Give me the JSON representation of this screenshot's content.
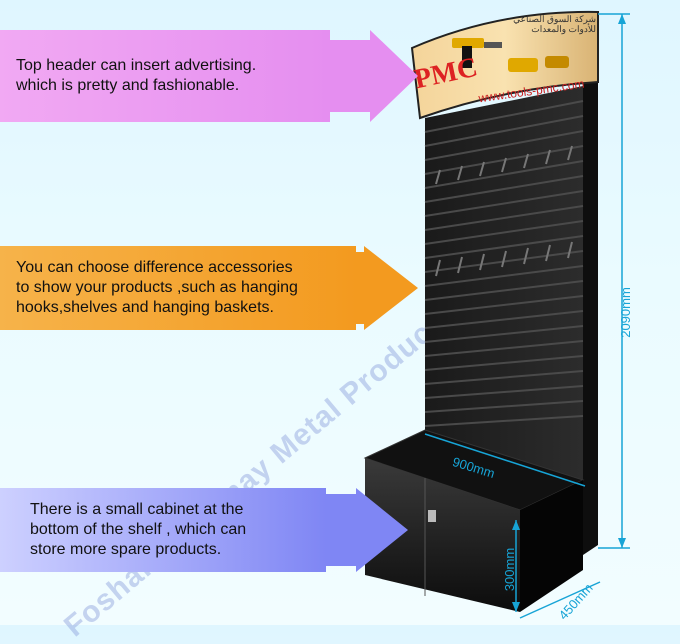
{
  "callouts": {
    "top": "Top header can insert  advertising.\nwhich is pretty and fashionable.",
    "middle": "You can choose difference accessories\nto show your products ,such as hanging\nhooks,shelves and hanging baskets.",
    "bottom": "There is a small cabinet at the\nbottom of the shelf , which can\nstore more spare products."
  },
  "header_sign": {
    "logo": "PMC",
    "url": "www.tools-pmc.com",
    "arabic": "شركة السوق الصناعي للأدوات والمعدات"
  },
  "dimensions": {
    "height": "2090mm",
    "width": "900mm",
    "cabinet_height": "300mm",
    "depth": "450mm"
  },
  "watermark": "Foshan Jiantmay Metal Production Co., Ltd.",
  "colors": {
    "top_callout": "#e58ef0",
    "middle_callout": "#f39a1f",
    "bottom_callout": "#7f86f4",
    "dimension_lines": "#17a4d6"
  }
}
